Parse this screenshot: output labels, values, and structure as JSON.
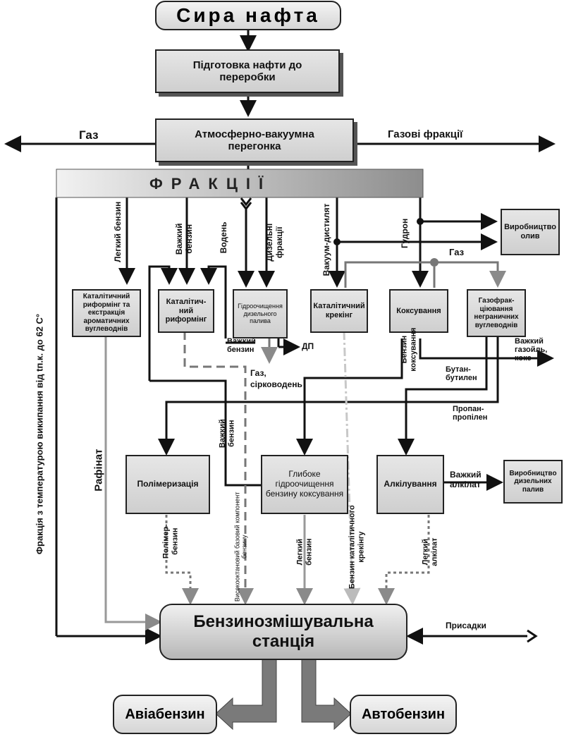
{
  "title": "Сира нафта",
  "steps": {
    "prep": "Підготовка нафти до переробки",
    "atm": "Атмосферно-вакуумна перегонка"
  },
  "side_labels": {
    "gas": "Газ",
    "gas_fractions": "Газові фракції"
  },
  "fractions_bar": "ФРАКЦІЇ",
  "streams": {
    "light_gasoline": "Легкий бензин",
    "heavy_gasoline": "Важкий бензин",
    "hydrogen": "Водень",
    "diesel_fractions": "Дизельні фракції",
    "vacuum_distillate": "Вакуум-дистилят",
    "tar": "Гудрон",
    "gas2": "Газ",
    "heavy_gasoline2": "Важкий бензин",
    "dp": "ДП",
    "gas_h2s": "Газ, сірководень",
    "heavy_gasoil": "Важкий газойль, кокс",
    "coking_gasoline": "Бензин коксування",
    "butane": "Бутан-бутилен",
    "propane": "Пропан-пропілен",
    "heavy_gasoline3": "Важкий бензин",
    "heavy_alkylate": "Важкий алкілат",
    "raffinate": "Рафінат",
    "fraction62": "Фракція з температурою википання від tп.к. до 62 С°",
    "polymer_gasoline": "Полімер-бензин",
    "high_octane": "Високооктановий базовий компонент бензину",
    "light_gasoline2": "Легкий бензин",
    "cat_gasoline": "Бензин каталітичного крекінгу",
    "light_alkylate": "Легкий алкілат",
    "additives": "Присадки"
  },
  "processes": {
    "cat_reform_extract": "Каталітичний риформінг та екстракція ароматичних вуглеводнів",
    "cat_reform": "Каталітич-ний риформінг",
    "hydrotreat_diesel": "Гідроочищення дизельного палива",
    "cat_cracking": "Каталітичний крекінг",
    "coking": "Коксування",
    "gas_fractionation": "Газофрак-ціювання неграничних вуглеводнів",
    "oil_production": "Виробництво олив",
    "polymerization": "Полімеризація",
    "deep_hydrotreat": "Глибоке гідроочищення бензину коксування",
    "alkylation": "Алкілування",
    "diesel_production": "Виробництво дизельних палив",
    "blending": "Бензинозмішувальна станція"
  },
  "outputs": {
    "avia": "Авіабензин",
    "auto": "Автобензин"
  }
}
